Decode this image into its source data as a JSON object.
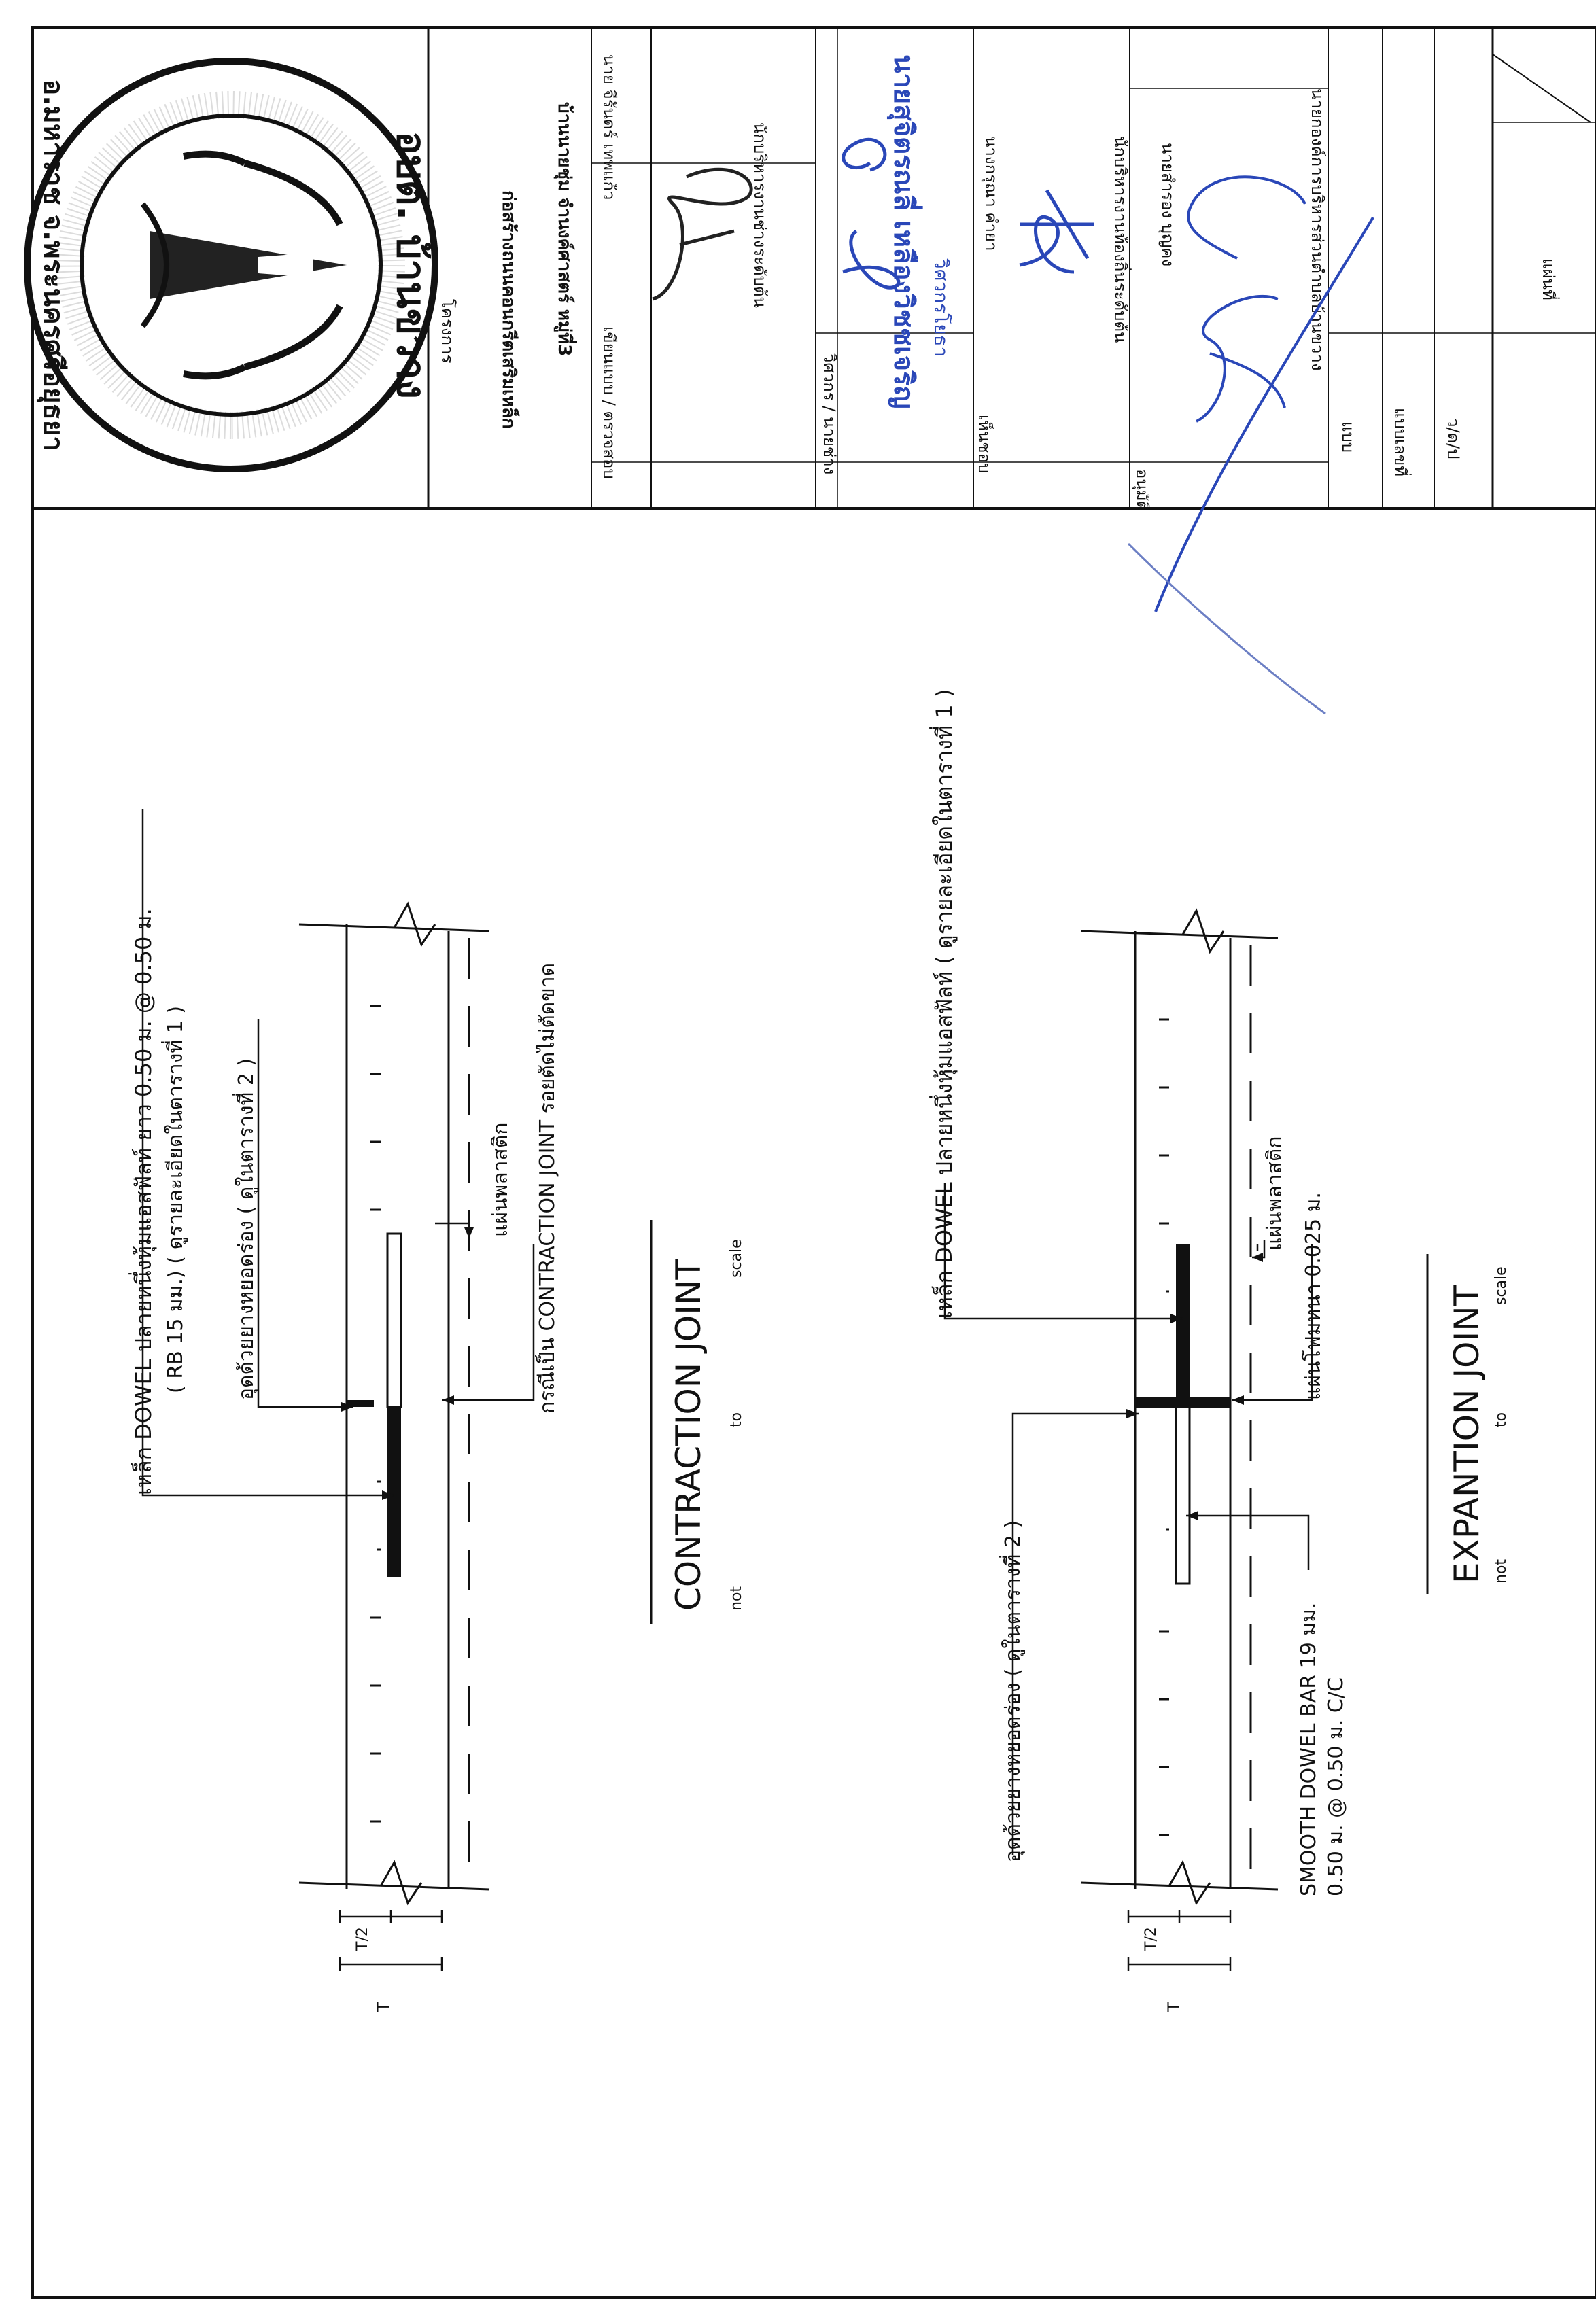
{
  "seal": {
    "top_text": "อบต. บ้านขวาง",
    "bottom_text": "อ.มหาราช จ.พระนครศรีอยุธยา"
  },
  "title_block": {
    "project_label": "โครงการ",
    "project_line1": "ก่อสร้างถนนคอนกรีตเสริมเหล็ก",
    "project_line2": "บ้านนายชุ่ม จำนงค์ศาสตร์ หมู่ที่3",
    "design_label": "เขียนแบบ / ตรวจสอบ",
    "designer_name": "นาย จีรันดร์ เทพแก้ว",
    "designer_position": "นักบริหารงานช่างระดับต้น",
    "engineer_label": "วิศวกร / นายช่าง",
    "engineer_stamp_line1": "นายสุจิตรณลี่ เหลืองวิชชเจริญ",
    "engineer_stamp_line2": "วิศวกรโยธา",
    "approve_label": "เห็นชอบ",
    "approver_name": "นางกรุณา คำยา",
    "approver_position": "นักบริหารงานท้องถิ่นระดับต้น",
    "final_label": "อนุมัติ",
    "final_name": "นายสำรอง บุญคง",
    "final_position": "นายกองค์การบริหารส่วนตำบลบ้านขวาง",
    "sheet_type_label": "แบบ",
    "sheet_number_label": "แบบเลขที่",
    "date_label": "ว/ด/ป",
    "page_label": "แผ่นที่"
  },
  "contraction": {
    "dowel_note_line1": "เหล็ก DOWEL ปลายหนึ่งหุ้มแอสฟัลท์ ยาว 0.50 ม. @ 0.50 ม.",
    "dowel_note_line2": "( RB 15 มม.) ( ดูรายละเอียดในตารางที่ 1 )",
    "seal_note": "อุดด้วยยางหยอดร่อง ( ดูในตารางที่ 2 )",
    "plastic_note": "แผ่นพลาสติก",
    "crack_note": "กรณีเป็น CONTRACTION JOINT รอยตัดไม่ตัดขาด",
    "title": "CONTRACTION JOINT",
    "scale_not": "not",
    "scale_to": "to",
    "scale_scale": "scale",
    "dim_t": "T",
    "dim_t2": "T/2"
  },
  "expansion": {
    "dowel_note": "เหล็ก DOWEL ปลายหนึ่งหุ้มแอสฟัลท์ ( ดูรายละเอียดในตารางที่ 1 )",
    "plastic_note": "แผ่นพลาสติก",
    "foam_note": "แผ่นโฟมหนา 0.025 ม.",
    "seal_note": "อุดด้วยยางหยอดร่อง ( ดูในตารางที่ 2 )",
    "smooth_line1": "SMOOTH DOWEL BAR 19 มม.",
    "smooth_line2": "0.50 ม. @ 0.50 ม. C/C",
    "title": "EXPANTION JOINT",
    "scale_not": "not",
    "scale_to": "to",
    "scale_scale": "scale",
    "dim_t": "T",
    "dim_t2": "T/2"
  }
}
